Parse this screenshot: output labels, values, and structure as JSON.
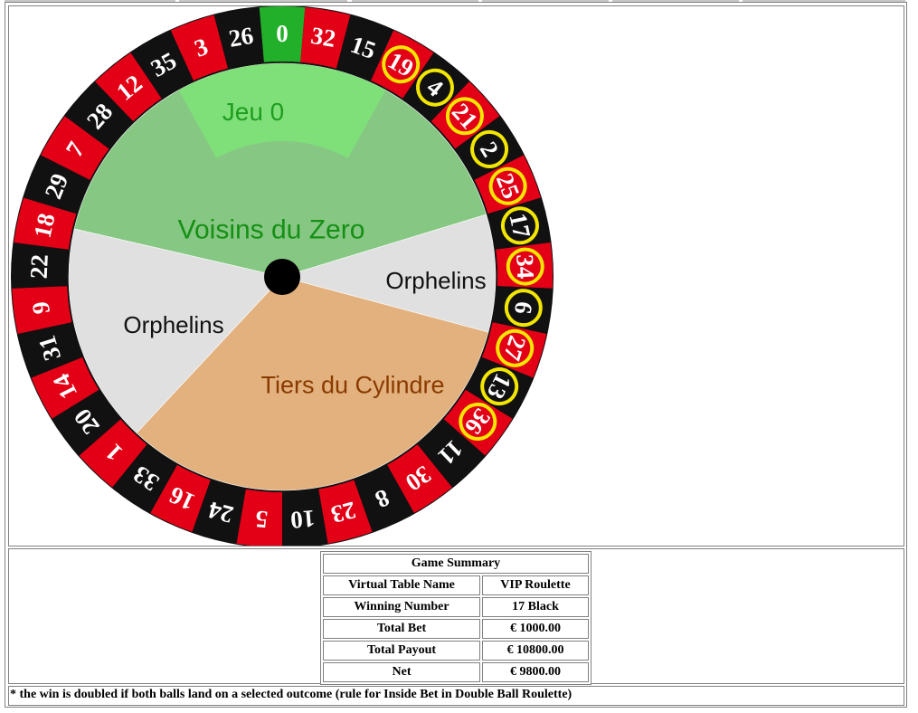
{
  "wheel": {
    "sequence": [
      0,
      32,
      15,
      19,
      4,
      21,
      2,
      25,
      17,
      34,
      6,
      27,
      13,
      36,
      11,
      30,
      8,
      23,
      10,
      5,
      24,
      16,
      33,
      1,
      20,
      14,
      31,
      9,
      22,
      18,
      29,
      7,
      28,
      12,
      35,
      3,
      26
    ],
    "colors": {
      "red": "#e30016",
      "black": "#111111",
      "green": "#22b02a",
      "circled": "#f2e600",
      "hub": "#000000"
    },
    "circled_numbers": [
      19,
      4,
      21,
      2,
      25,
      17,
      34,
      6,
      27,
      13,
      36
    ],
    "sections": [
      {
        "key": "jeu0",
        "label": "Jeu 0",
        "fill": "#7fe07a",
        "text_color": "#1f9d1f"
      },
      {
        "key": "voisins",
        "label": "Voisins du Zero",
        "fill": "#86c783",
        "text_color": "#159015"
      },
      {
        "key": "orphelins_right",
        "label": "Orphelins",
        "fill": "#e0e0e0",
        "text_color": "#111111"
      },
      {
        "key": "orphelins_left",
        "label": "Orphelins",
        "fill": "#e0e0e0",
        "text_color": "#111111"
      },
      {
        "key": "tiers",
        "label": "Tiers du Cylindre",
        "fill": "#e2b17e",
        "text_color": "#8a3a00"
      }
    ]
  },
  "summary": {
    "title": "Game Summary",
    "rows": [
      {
        "label": "Virtual Table Name",
        "value": "VIP Roulette"
      },
      {
        "label": "Winning Number",
        "value": "17 Black"
      },
      {
        "label": "Total Bet",
        "value": "€ 1000.00"
      },
      {
        "label": "Total Payout",
        "value": "€ 10800.00"
      },
      {
        "label": "Net",
        "value": "€ 9800.00"
      }
    ]
  },
  "footnote": "* the win is doubled if both balls land on a selected outcome (rule for Inside Bet in Double Ball Roulette)"
}
